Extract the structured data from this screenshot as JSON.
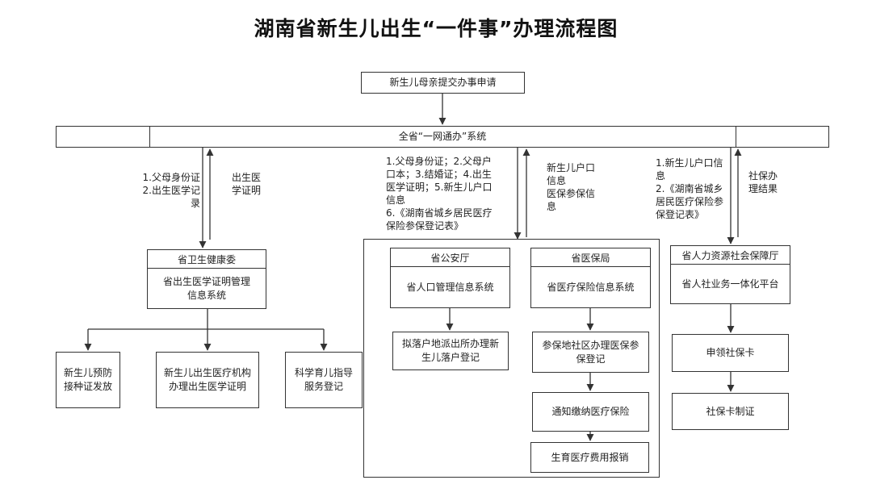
{
  "title": "湖南省新生儿出生“一件事”办理流程图",
  "start": "新生儿母亲提交办事申请",
  "system_bar": "全省“一网通办”系统",
  "left": {
    "send_note": "1.父母身份证\n2.出生医学记\n录",
    "return_note": "出生医\n学证明",
    "dept": {
      "name": "省卫生健康委",
      "system": "省出生医学证明管理\n信息系统"
    },
    "children": [
      "新生儿预防\n接种证发放",
      "新生儿出生医疗机构\n办理出生医学证明",
      "科学育儿指导\n服务登记"
    ]
  },
  "middle": {
    "send_note": "1.父母身份证；2.父母户\n口本；3.结婚证；4.出生\n医学证明；5.新生儿户口\n信息\n6.《湖南省城乡居民医疗\n保险参保登记表》",
    "return_note": "新生儿户口\n信息\n医保参保信\n息",
    "police": {
      "name": "省公安厅",
      "system": "省人口管理信息系统",
      "step": "拟落户地派出所办理新\n生儿落户登记"
    },
    "medical": {
      "name": "省医保局",
      "system": "省医疗保险信息系统",
      "steps": [
        "参保地社区办理医保参\n保登记",
        "通知缴纳医疗保险",
        "生育医疗费用报销"
      ]
    }
  },
  "right": {
    "send_note": "1.新生儿户口信\n息\n2.《湖南省城乡\n居民医疗保险参\n保登记表》",
    "return_note": "社保办\n理结果",
    "dept": {
      "name": "省人力资源社会保障厅",
      "system": "省人社业务一体化平台"
    },
    "steps": [
      "申领社保卡",
      "社保卡制证"
    ]
  }
}
